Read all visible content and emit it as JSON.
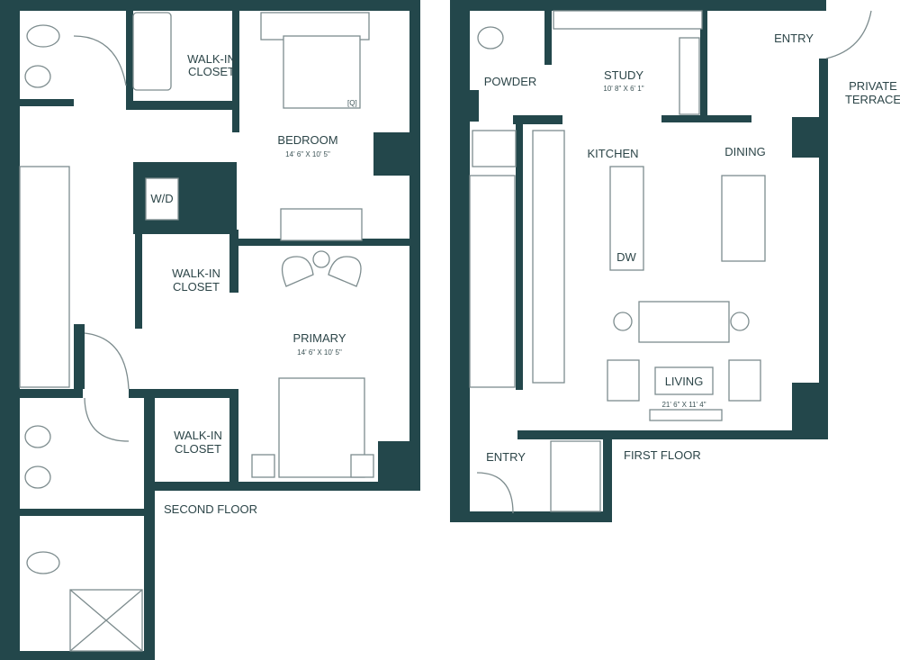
{
  "second_floor": {
    "title": "SECOND FLOOR",
    "rooms": {
      "walkin_closet_top": [
        "WALK-IN",
        "CLOSET"
      ],
      "bedroom": {
        "name": "BEDROOM",
        "dim": "14' 6\" X 10' 5\""
      },
      "wd": "W/D",
      "walkin_closet_mid": [
        "WALK-IN",
        "CLOSET"
      ],
      "primary": {
        "name": "PRIMARY",
        "dim": "14' 6\" X 10' 5\""
      },
      "walkin_closet_low": [
        "WALK-IN",
        "CLOSET"
      ],
      "bed_tag": "[Q]"
    }
  },
  "first_floor": {
    "title": "FIRST FLOOR",
    "rooms": {
      "powder": "POWDER",
      "study": {
        "name": "STUDY",
        "dim": "10' 8\" X 6' 1\""
      },
      "entry_top": "ENTRY",
      "private_terrace": [
        "PRIVATE",
        "TERRACE"
      ],
      "kitchen": "KITCHEN",
      "dining": "DINING",
      "dw": "DW",
      "living": {
        "name": "LIVING",
        "dim": "21' 6\" X 11' 4\""
      },
      "entry_bottom": "ENTRY"
    }
  },
  "colors": {
    "wall": "#23474b",
    "fixture": "#7d8c8e"
  }
}
